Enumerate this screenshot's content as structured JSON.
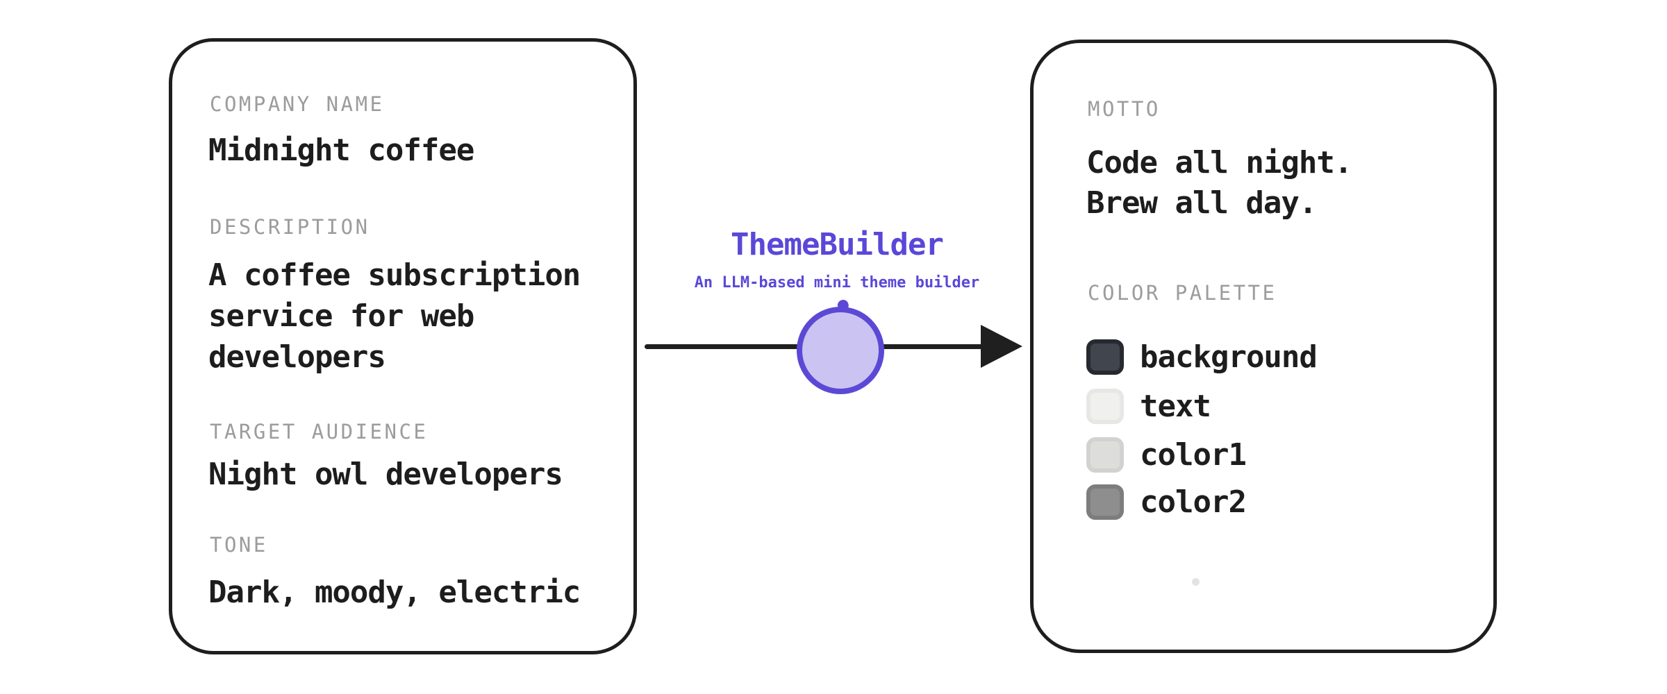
{
  "flow": {
    "title": "ThemeBuilder",
    "subtitle": "An LLM-based mini theme builder"
  },
  "input_card": {
    "fields": [
      {
        "label": "COMPANY NAME",
        "lines": [
          "Midnight coffee"
        ]
      },
      {
        "label": "DESCRIPTION",
        "lines": [
          "A coffee subscription",
          "service for web",
          "developers"
        ]
      },
      {
        "label": "TARGET AUDIENCE",
        "lines": [
          "Night owl developers"
        ]
      },
      {
        "label": "TONE",
        "lines": [
          "Dark, moody, electric"
        ]
      }
    ]
  },
  "output_card": {
    "motto": {
      "label": "MOTTO",
      "lines": [
        "Code all night.",
        "Brew all day."
      ]
    },
    "palette": {
      "label": "COLOR PALETTE",
      "colors": [
        {
          "name": "background",
          "fill": "#41454E",
          "border": "#26292E"
        },
        {
          "name": "text",
          "fill": "#F0F0EE",
          "border": "#E7E7E5"
        },
        {
          "name": "color1",
          "fill": "#DDDDDB",
          "border": "#D2D2D0"
        },
        {
          "name": "color2",
          "fill": "#8E8E8E",
          "border": "#7D7D7D"
        }
      ]
    }
  },
  "colors": {
    "accent_purple": "#5948D8",
    "node_border": "#5B49D6",
    "node_fill": "#CBC4F2",
    "ink": "#1E1E1E",
    "label_gray": "#9C9C9C",
    "canvas_background": "#FFFFFF"
  }
}
